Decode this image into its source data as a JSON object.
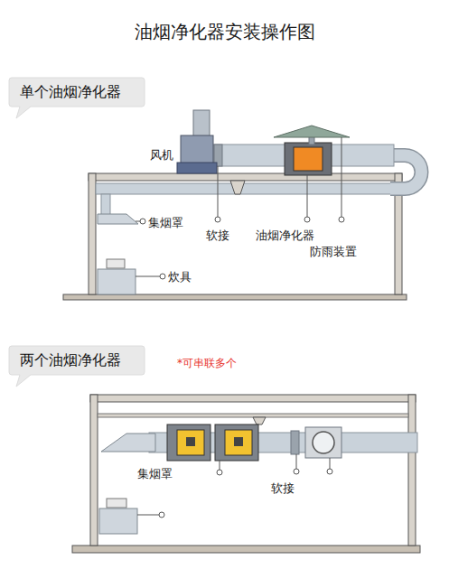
{
  "diagram": {
    "title": "油烟净化器安装操作图",
    "nodes": [
      {
        "text": [
          "单个油烟净化器"
        ]
      },
      {
        "text": [
          "两个油烟净化器"
        ]
      }
    ],
    "labels": [
      "风机",
      "集烟罩",
      "软接",
      "油烟净化器",
      "防雨装置",
      "炊具",
      "*可串联多个",
      "集烟罩",
      "软接"
    ]
  }
}
